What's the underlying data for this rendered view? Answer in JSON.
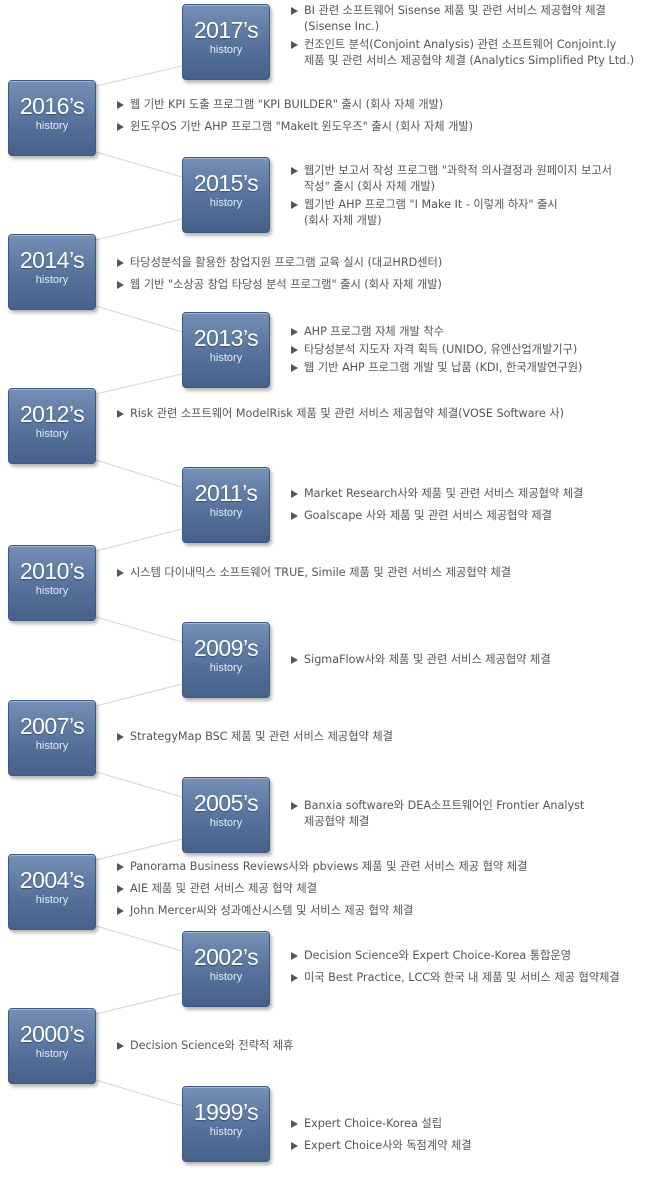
{
  "year_subtitle": "history",
  "timeline": [
    {
      "year": "2017",
      "items": [
        [
          "BI 관련 소프트웨어 Sisense 제품 및 관련 서비스 제공협약 체결",
          "(Sisense Inc.)"
        ],
        [
          "컨조인트 분석(Conjoint Analysis) 관련 소프트웨어 Conjoint.ly",
          "제품 및 관련 서비스 제공협약 체결 (Analytics Simplified Pty Ltd.)"
        ]
      ]
    },
    {
      "year": "2016",
      "items": [
        [
          "웹 기반 KPI 도출 프로그램 \"KPI BUILDER\" 출시 (회사 자체 개발)"
        ],
        [
          "윈도우OS 기반 AHP 프로그램 \"MakeIt 윈도우즈\" 출시 (회사 자체 개발)"
        ]
      ]
    },
    {
      "year": "2015",
      "items": [
        [
          "웹기반 보고서 작성 프로그램 \"과학적 의사결정과 원페이지 보고서",
          "작성\" 출시 (회사 자체 개발)"
        ],
        [
          "웹기반 AHP 프로그램 \"I Make It - 이렇게 하자\" 출시",
          "(회사 자체 개발)"
        ]
      ]
    },
    {
      "year": "2014",
      "items": [
        [
          "타당성분석을 활용한 창업지원 프로그램 교육 실시 (대교HRD센터)"
        ],
        [
          "웹 기반 \"소상공 창업 타당성 분석 프로그램\" 출시 (회사 자체 개발)"
        ]
      ]
    },
    {
      "year": "2013",
      "items": [
        [
          "AHP 프로그램 자체 개발 착수"
        ],
        [
          "타당성분석 지도자 자격 획득 (UNIDO, 유엔산업개발기구)"
        ],
        [
          "웹 기반 AHP 프로그램 개발 및 납품 (KDI, 한국개발연구원)"
        ]
      ]
    },
    {
      "year": "2012",
      "items": [
        [
          "Risk 관련 소프트웨어 ModelRisk 제품 및 관련 서비스 제공협약 체결(VOSE Software 사)"
        ]
      ]
    },
    {
      "year": "2011",
      "items": [
        [
          "Market Research사와 제품 및 관련 서비스 제공협약 체결"
        ],
        [
          "Goalscape 사와 제품 및 관련 서비스 제공협약 제결"
        ]
      ]
    },
    {
      "year": "2010",
      "items": [
        [
          "시스템 다이내믹스 소프트웨어 TRUE, Simile 제품 및 관련 서비스 제공협약 체결"
        ]
      ]
    },
    {
      "year": "2009",
      "items": [
        [
          "SigmaFlow사와 제품 및 관련 서비스 제공협약 체결"
        ]
      ]
    },
    {
      "year": "2007",
      "items": [
        [
          "StrategyMap BSC 제품 및 관련 서비스 제공협약 체결"
        ]
      ]
    },
    {
      "year": "2005",
      "items": [
        [
          "Banxia software와 DEA소프트웨어인 Frontier Analyst",
          "제공협약 체결"
        ]
      ]
    },
    {
      "year": "2004",
      "items": [
        [
          "Panorama Business Reviews사와 pbviews 제품 및 관련 서비스 제공 협약 체결"
        ],
        [
          "AIE 제품 및 관련 서비스 제공 협약 체결"
        ],
        [
          "John Mercer씨와 성과예산시스템 및 서비스 제공 협약 체결"
        ]
      ]
    },
    {
      "year": "2002",
      "items": [
        [
          "Decision Science와 Expert Choice-Korea 통합운영"
        ],
        [
          "미국 Best Practice, LCC와 한국 내 제품 및 서비스 제공 협약체결"
        ]
      ]
    },
    {
      "year": "2000",
      "items": [
        [
          "Decision Science와 전략적 제휴"
        ]
      ]
    },
    {
      "year": "1999",
      "items": [
        [
          "Expert Choice-Korea 설립"
        ],
        [
          "Expert Choice사와 독점계약 체결"
        ]
      ]
    }
  ]
}
